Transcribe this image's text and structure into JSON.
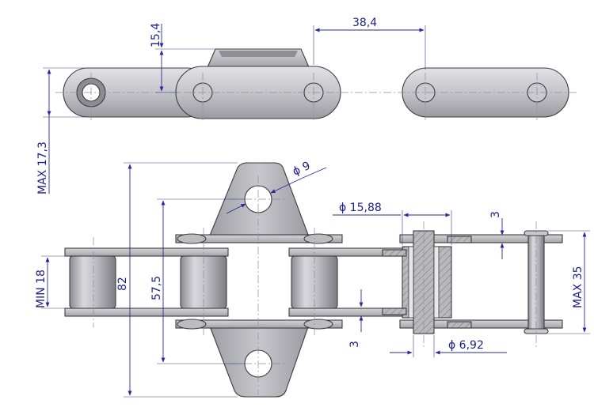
{
  "drawing": {
    "title": "",
    "units": "",
    "dimensions": {
      "plate_offset": "15,4",
      "pitch": "38,4",
      "max_height_top": "MAX 17,3",
      "attachment_hole": "ϕ 9",
      "roller_diameter": "ϕ 15,88",
      "plate_thickness_top": "3",
      "overall_width": "82",
      "hole_spacing": "57,5",
      "min_inner_width": "MIN 18",
      "max_width": "MAX 35",
      "plate_thickness_bottom": "3",
      "pin_diameter": "ϕ 6,92"
    },
    "colors": {
      "dimension": "#1e1e8c",
      "metal": "#b4b4b8",
      "metal_dark": "#8c8c92",
      "hatch": "#8a8a90"
    }
  }
}
